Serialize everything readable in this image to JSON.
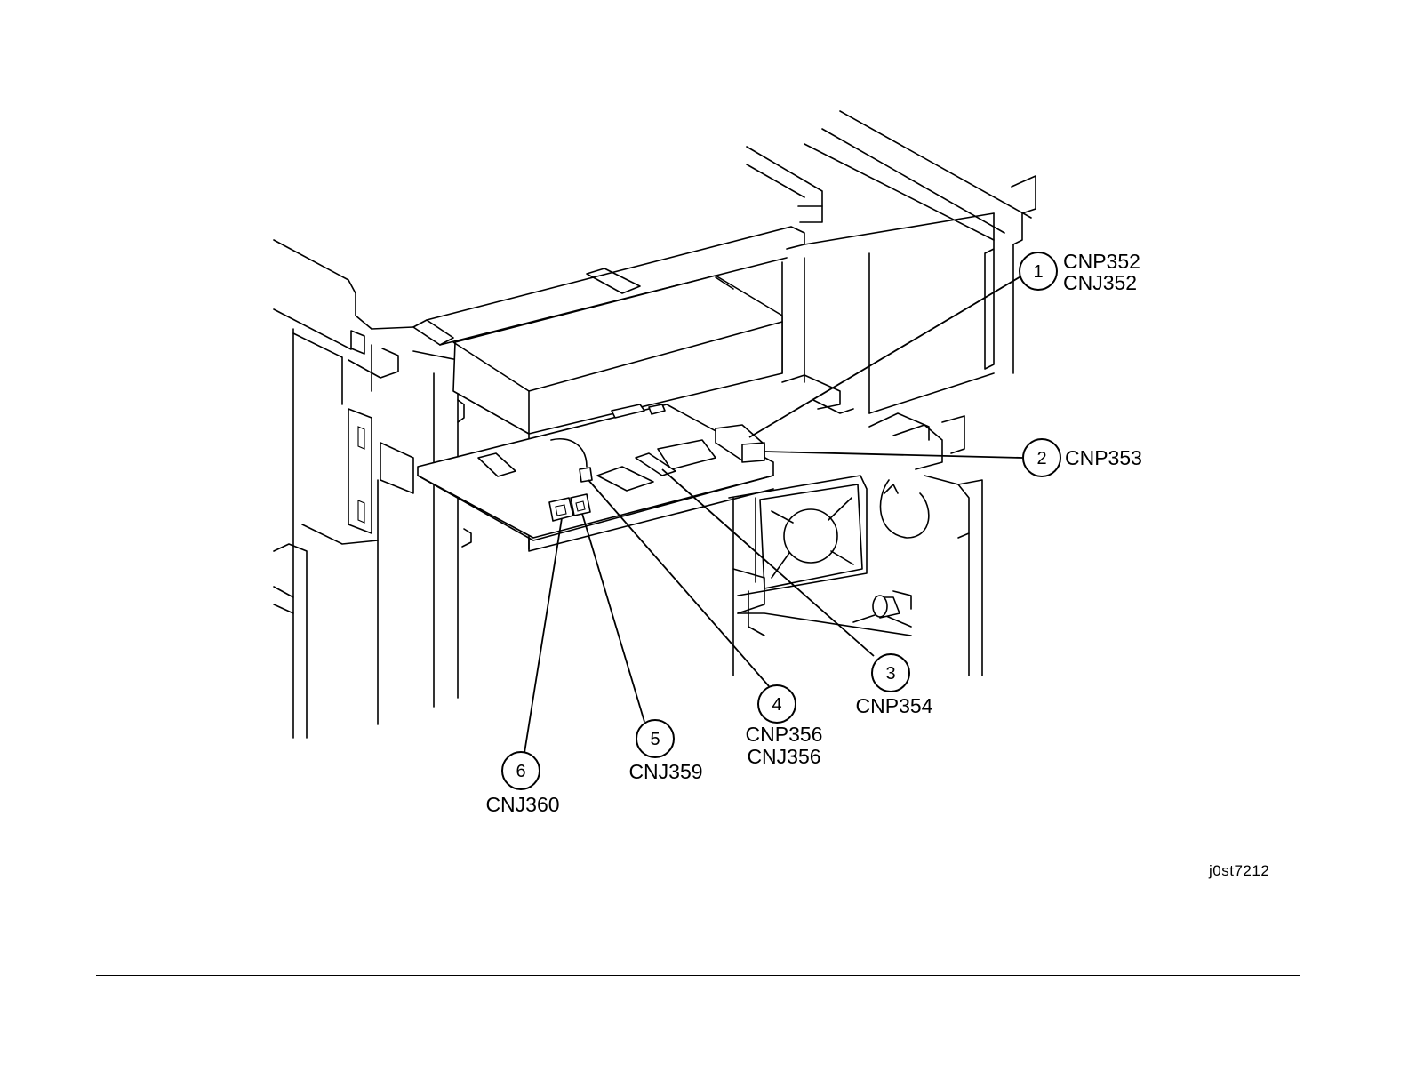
{
  "callouts": [
    {
      "number": "1",
      "labels": [
        "CNP352",
        "CNJ352"
      ]
    },
    {
      "number": "2",
      "labels": [
        "CNP353"
      ]
    },
    {
      "number": "3",
      "labels": [
        "CNP354"
      ]
    },
    {
      "number": "4",
      "labels": [
        "CNP356",
        "CNJ356"
      ]
    },
    {
      "number": "5",
      "labels": [
        "CNJ359"
      ]
    },
    {
      "number": "6",
      "labels": [
        "CNJ360"
      ]
    }
  ],
  "figure_id": "j0st7212"
}
